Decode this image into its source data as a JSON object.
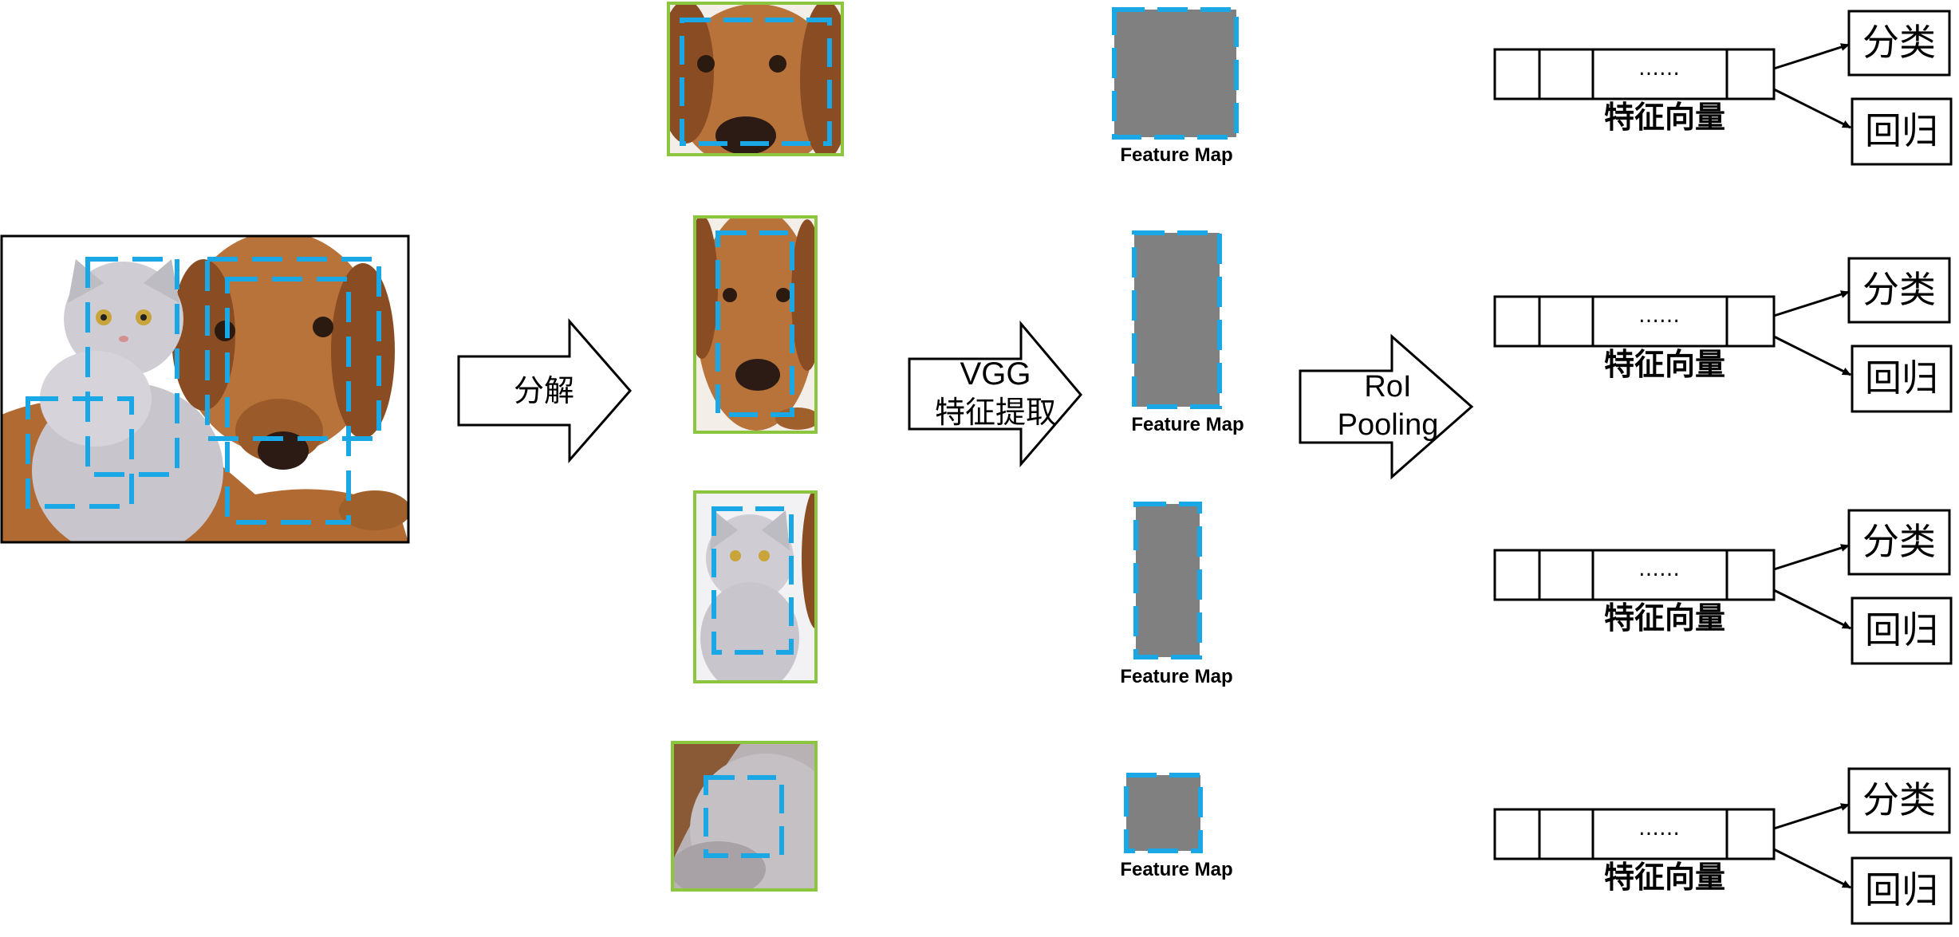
{
  "arrows": {
    "decompose": "分解",
    "vgg_line1": "VGG",
    "vgg_line2": "特征提取",
    "roi_line1": "RoI",
    "roi_line2": "Pooling"
  },
  "feature_map_label": "Feature Map",
  "vector": {
    "ellipsis": "……",
    "label": "特征向量"
  },
  "outputs": {
    "classify": "分类",
    "regress": "回归"
  },
  "image_pictures": {
    "source": "cat and dachshund photo",
    "crops": [
      "dachshund face crop",
      "dachshund head crop",
      "kitten crop",
      "kitten fur crop"
    ]
  },
  "colors": {
    "region_box": "#1aa7e6",
    "crop_border": "#8cc63f",
    "feature_map": "#808080",
    "line": "#000000"
  }
}
